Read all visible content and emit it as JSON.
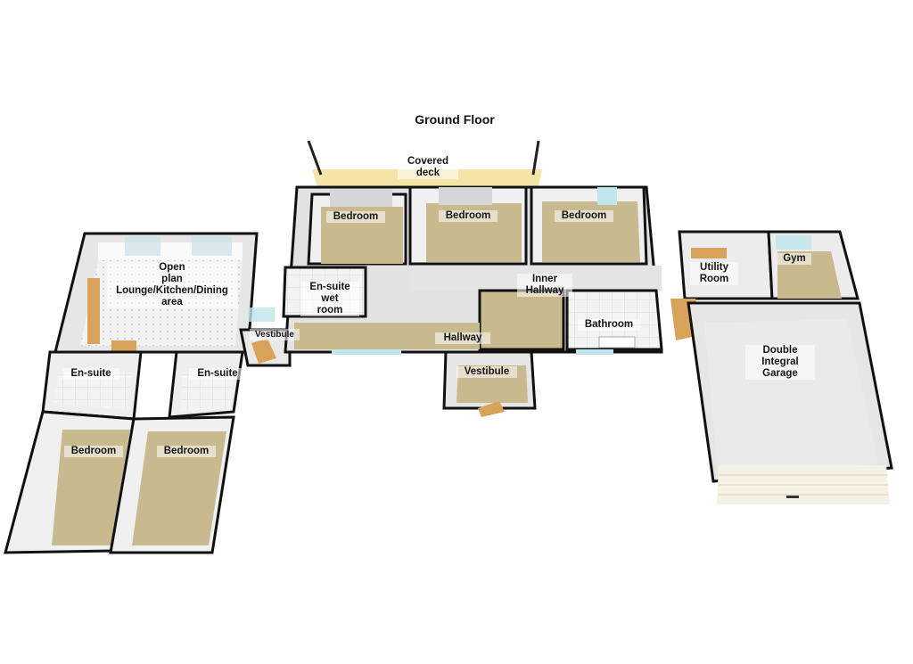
{
  "plan": {
    "title": "Ground Floor",
    "rooms": {
      "covered_deck": "Covered\ndeck",
      "bedroom_a": "Bedroom",
      "bedroom_b": "Bedroom",
      "bedroom_c": "Bedroom",
      "open_plan": "Open\nplan\nLounge/Kitchen/Dining\narea",
      "ensuite_wet_room": "En-suite\nwet\nroom",
      "inner_hallway": "Inner\nHallway",
      "utility_room": "Utility\nRoom",
      "gym": "Gym",
      "vestibule_west": "Vestibule",
      "hallway": "Hallway",
      "bathroom": "Bathroom",
      "vestibule_front": "Vestibule",
      "double_integral_garage": "Double\nIntegral\nGarage",
      "ensuite_left": "En-suite",
      "ensuite_right": "En-suite",
      "bedroom_left": "Bedroom",
      "bedroom_right": "Bedroom"
    },
    "colors": {
      "floor": "#c8b98f",
      "wall_top": "#1a1a1a",
      "wall_face": "#eeeeee",
      "deck": "#f5e4a8",
      "window": "#bfe6ea",
      "door": "#d9a25a"
    }
  }
}
